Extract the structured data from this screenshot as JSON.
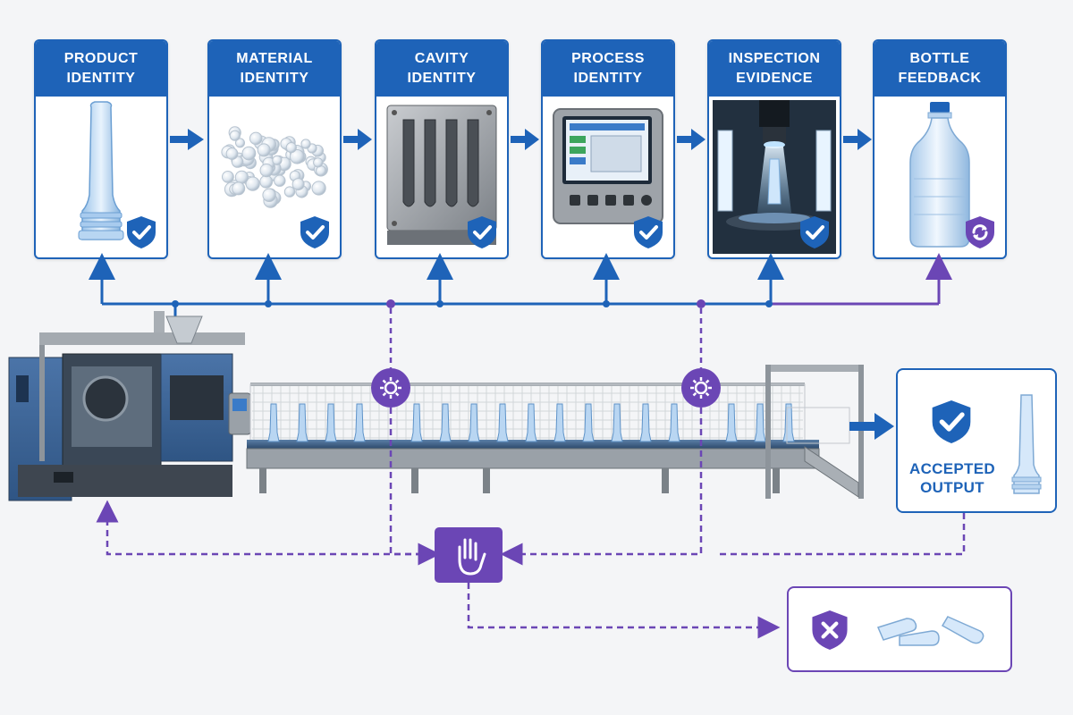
{
  "stages": [
    {
      "title": "PRODUCT\nIDENTITY",
      "image": "preform",
      "badge": "shield-check"
    },
    {
      "title": "MATERIAL\nIDENTITY",
      "image": "resin-pellets",
      "badge": "shield-check"
    },
    {
      "title": "CAVITY\nIDENTITY",
      "image": "mold-cavities",
      "badge": "shield-check"
    },
    {
      "title": "PROCESS\nIDENTITY",
      "image": "hmi-control-panel",
      "badge": "shield-check"
    },
    {
      "title": "INSPECTION\nEVIDENCE",
      "image": "vision-camera",
      "badge": "shield-check"
    },
    {
      "title": "BOTTLE\nFEEDBACK",
      "image": "bottle",
      "badge": "shield-refresh"
    }
  ],
  "accepted_output": {
    "label": "ACCEPTED\nOUTPUT",
    "icon": "shield-check"
  },
  "stop_node": {
    "icon": "hand-stop"
  },
  "control_nodes": {
    "icon": "gear"
  },
  "rejected_output": {
    "icon": "shield-x",
    "image": "rejected-preforms"
  },
  "colors": {
    "primary_blue": "#1e63b8",
    "purple": "#6b46b5",
    "card_border": "#1e63b8",
    "background": "#f4f5f7"
  }
}
